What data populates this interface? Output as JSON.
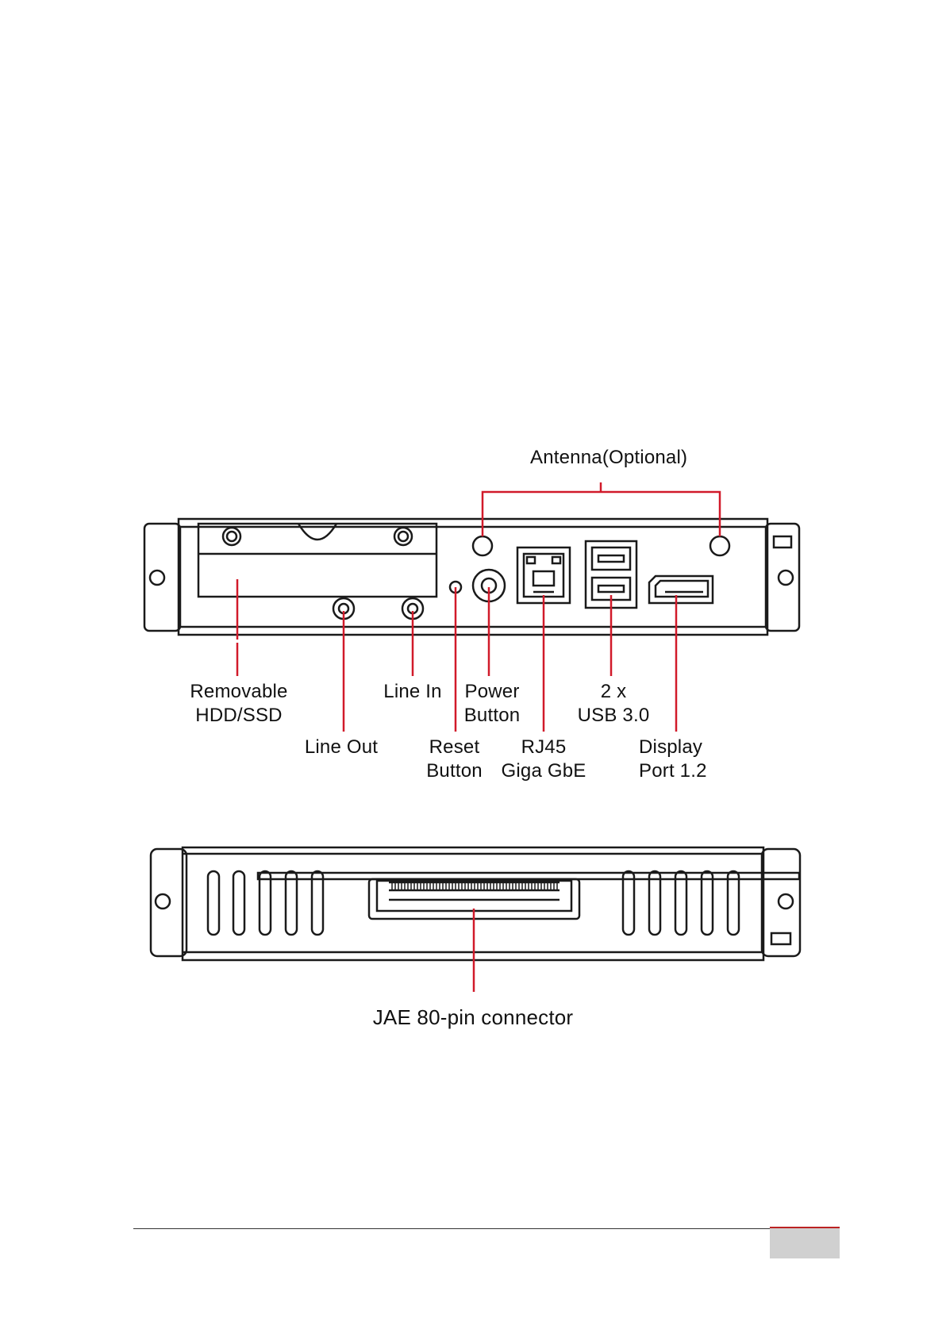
{
  "front_panel": {
    "labels": {
      "antenna": "Antenna(Optional)",
      "removable_line1": "Removable",
      "removable_line2": "HDD/SSD",
      "line_in": "Line In",
      "power_line1": "Power",
      "power_line2": "Button",
      "usb_line1": "2 x",
      "usb_line2": "USB 3.0",
      "line_out": "Line Out",
      "reset_line1": "Reset",
      "reset_line2": "Button",
      "rj45_line1": "RJ45",
      "rj45_line2": "Giga GbE",
      "display_line1": "Display",
      "display_line2": "Port 1.2"
    }
  },
  "bottom_panel": {
    "labels": {
      "connector": "JAE 80-pin connector"
    }
  },
  "colors": {
    "leader_line": "#d11a2a",
    "outline": "#1a1a1a"
  }
}
